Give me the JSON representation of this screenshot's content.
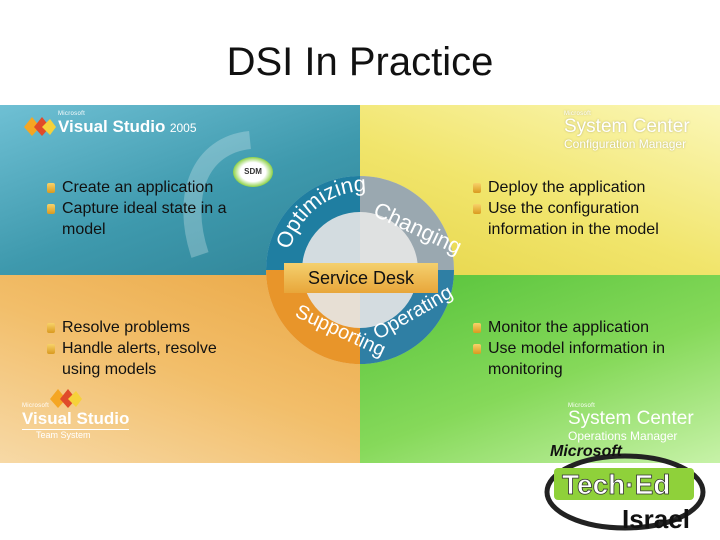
{
  "title": "DSI In Practice",
  "quadrants": {
    "top_left": {
      "logo_small": "Microsoft",
      "logo_main": "Visual Studio",
      "logo_version": "2005",
      "bullets": [
        "Create an application",
        "Capture ideal state in a model"
      ]
    },
    "top_right": {
      "logo_small": "Microsoft",
      "logo_main": "System Center",
      "logo_sub": "Configuration Manager",
      "bullets": [
        "Deploy the application",
        "Use the configuration information in the model"
      ]
    },
    "bottom_left": {
      "logo_small": "Microsoft",
      "logo_main": "Visual Studio",
      "logo_sub": "Team System",
      "bullets": [
        "Resolve problems",
        "Handle alerts, resolve using models"
      ]
    },
    "bottom_right": {
      "logo_small": "Microsoft",
      "logo_main": "System Center",
      "logo_sub": "Operations Manager",
      "bullets": [
        "Monitor the application",
        "Use model information in monitoring"
      ]
    }
  },
  "center": {
    "badge": "SDM",
    "label": "Service Desk",
    "ring": [
      "Optimizing",
      "Changing",
      "Operating",
      "Supporting"
    ]
  },
  "brand": {
    "microsoft": "Microsoft",
    "teched": "Tech·Ed",
    "country": "Israel"
  },
  "colors": {
    "teal": "#3e99ad",
    "yellow": "#f1e56c",
    "orange": "#f2be6a",
    "green": "#86d95a"
  }
}
